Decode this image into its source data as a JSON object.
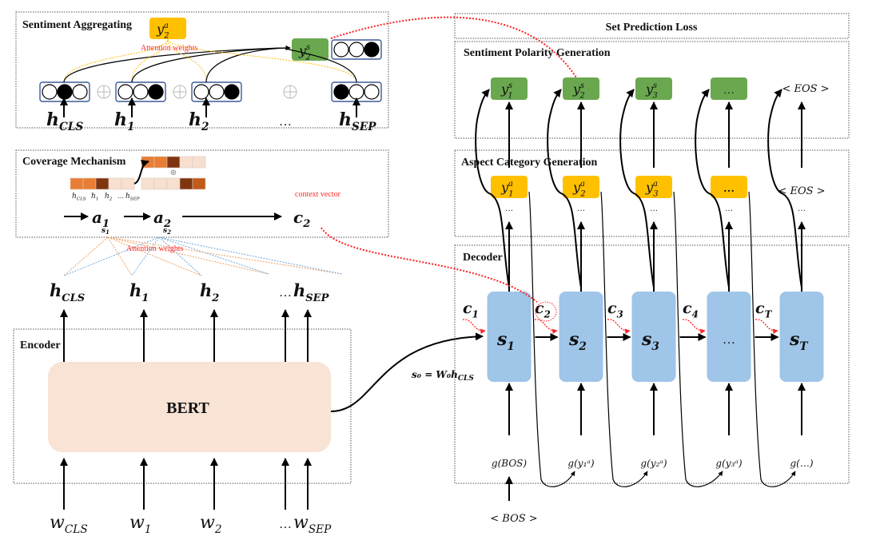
{
  "panels": {
    "sentiment_aggregating": "Sentiment Aggregating",
    "coverage_mechanism": "Coverage Mechanism",
    "encoder": "Encoder",
    "set_prediction_loss": "Set Prediction Loss",
    "sentiment_polarity_generation": "Sentiment Polarity Generation",
    "aspect_category_generation": "Aspect Category Generation",
    "decoder": "Decoder"
  },
  "annotations": {
    "attention_weights_top": "Attention weights",
    "attention_weights_mid": "Attention weights",
    "context_vector": "context vector"
  },
  "encoder": {
    "model": "BERT",
    "inputs": [
      {
        "base": "w",
        "sub": "CLS"
      },
      {
        "base": "w",
        "sub": "1"
      },
      {
        "base": "w",
        "sub": "2"
      },
      {
        "base": "…",
        "sub": ""
      },
      {
        "base": "w",
        "sub": "SEP"
      }
    ],
    "outputs": [
      {
        "base": "h",
        "sub": "CLS"
      },
      {
        "base": "h",
        "sub": "1"
      },
      {
        "base": "h",
        "sub": "2"
      },
      {
        "base": "…",
        "sub": ""
      },
      {
        "base": "h",
        "sub": "SEP"
      }
    ],
    "init_state": "s₀ = W₀h",
    "init_state_sub": "CLS"
  },
  "sentiment_aggregating": {
    "query": {
      "base": "y",
      "sup": "a",
      "sub": "2"
    },
    "result": {
      "base": "y",
      "sup": "s",
      "sub": "2"
    },
    "result_vector": [
      0,
      0,
      1
    ],
    "hidden_vectors": [
      {
        "label_base": "h",
        "label_sub": "CLS",
        "cells": [
          0,
          1,
          0
        ]
      },
      {
        "label_base": "h",
        "label_sub": "1",
        "cells": [
          0,
          0,
          1
        ]
      },
      {
        "label_base": "h",
        "label_sub": "2",
        "cells": [
          0,
          0,
          1
        ]
      },
      {
        "label_base": "…",
        "label_sub": "",
        "cells": null
      },
      {
        "label_base": "h",
        "label_sub": "SEP",
        "cells": [
          1,
          0,
          0
        ]
      }
    ],
    "plus_symbol": "⊕"
  },
  "coverage": {
    "heat_labels": [
      "h",
      "h",
      "h",
      "…",
      "h"
    ],
    "heat_label_subs": [
      "CLS",
      "1",
      "2",
      "",
      "SEP"
    ],
    "row1": [
      "#e87d33",
      "#e87d33",
      "#7f3510",
      "#f8e0d0",
      "#f8e0d0"
    ],
    "row2": [
      "#e87d33",
      "#e87d33",
      "#7f3510",
      "#f8e0d0",
      "#f8e0d0"
    ],
    "row3": [
      "#f8e0d0",
      "#f8e0d0",
      "#f8e0d0",
      "#7f3510",
      "#c25a18"
    ],
    "plus_symbol": "⊕",
    "steps": [
      {
        "base": "a",
        "sub": "1",
        "under": "s",
        "under_sub": "1"
      },
      {
        "base": "a",
        "sub": "2",
        "under": "s",
        "under_sub": "2"
      }
    ],
    "context": {
      "base": "c",
      "sub": "2"
    }
  },
  "decoder": {
    "states": [
      {
        "base": "s",
        "sub": "1"
      },
      {
        "base": "s",
        "sub": "2"
      },
      {
        "base": "s",
        "sub": "3"
      },
      {
        "base": "…",
        "sub": ""
      },
      {
        "base": "s",
        "sub": "T"
      }
    ],
    "contexts": [
      {
        "base": "c",
        "sub": "1"
      },
      {
        "base": "c",
        "sub": "2"
      },
      {
        "base": "c",
        "sub": "3"
      },
      {
        "base": "c",
        "sub": "4"
      },
      {
        "base": "c",
        "sub": "T"
      }
    ],
    "inputs": [
      "g(BOS)",
      "g(y₁ᵃ)",
      "g(y₂ᵃ)",
      "g(y₃ᵃ)",
      "g(…)"
    ],
    "bos": "< BOS >"
  },
  "aspect_category": {
    "outputs": [
      {
        "base": "y",
        "sup": "a",
        "sub": "1"
      },
      {
        "base": "y",
        "sup": "a",
        "sub": "2"
      },
      {
        "base": "y",
        "sup": "a",
        "sub": "3"
      },
      {
        "base": "…",
        "sup": "",
        "sub": ""
      },
      {
        "base": "< EOS >",
        "sup": "",
        "sub": ""
      }
    ],
    "ellipsis": "…"
  },
  "sentiment_polarity": {
    "outputs": [
      {
        "base": "y",
        "sup": "s",
        "sub": "1"
      },
      {
        "base": "y",
        "sup": "s",
        "sub": "2"
      },
      {
        "base": "y",
        "sup": "s",
        "sub": "3"
      },
      {
        "base": "…",
        "sup": "",
        "sub": ""
      },
      {
        "base": "< EOS >",
        "sup": "",
        "sub": ""
      }
    ]
  },
  "colors": {
    "green": "#6aa84f",
    "yellow": "#ffc000",
    "blue_state": "#9fc5e8",
    "bert_fill": "#f8e3d5",
    "red": "#ff2020",
    "orange_dotted": "#f0a060",
    "blue_dotted": "#6fa8dc",
    "yellow_dotted": "#ffc000",
    "vector_border": "#3d5a98"
  }
}
